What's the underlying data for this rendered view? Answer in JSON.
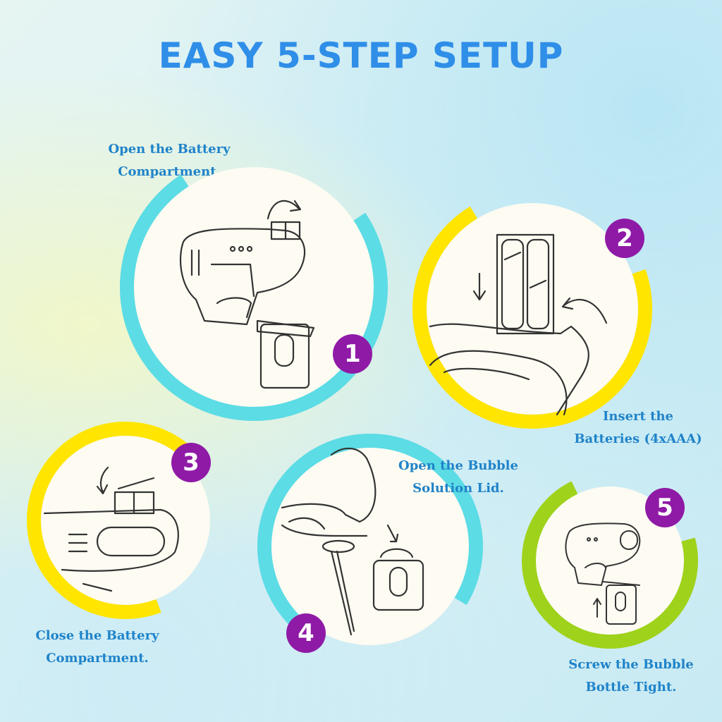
{
  "title": "EASY 5-STEP SETUP",
  "colors": {
    "title": "#2f8ee8",
    "caption": "#1f83c9",
    "badge": "#8f1aa6",
    "ring_cyan": "#5cdce5",
    "ring_yellow": "#ffe500",
    "ring_green": "#9fd21a",
    "disc": "#fdfbf2"
  },
  "steps": [
    {
      "number": "1",
      "caption_line1": "Open the Battery",
      "caption_line2": "Compartment.",
      "ring_color": "cyan"
    },
    {
      "number": "2",
      "caption_line1": "Insert the",
      "caption_line2": "Batteries (4xAAA)",
      "ring_color": "yellow"
    },
    {
      "number": "3",
      "caption_line1": "Close the Battery",
      "caption_line2": "Compartment.",
      "ring_color": "yellow"
    },
    {
      "number": "4",
      "caption_line1": "Open the Bubble",
      "caption_line2": "Solution Lid.",
      "ring_color": "cyan"
    },
    {
      "number": "5",
      "caption_line1": "Screw the Bubble",
      "caption_line2": "Bottle Tight.",
      "ring_color": "green"
    }
  ]
}
